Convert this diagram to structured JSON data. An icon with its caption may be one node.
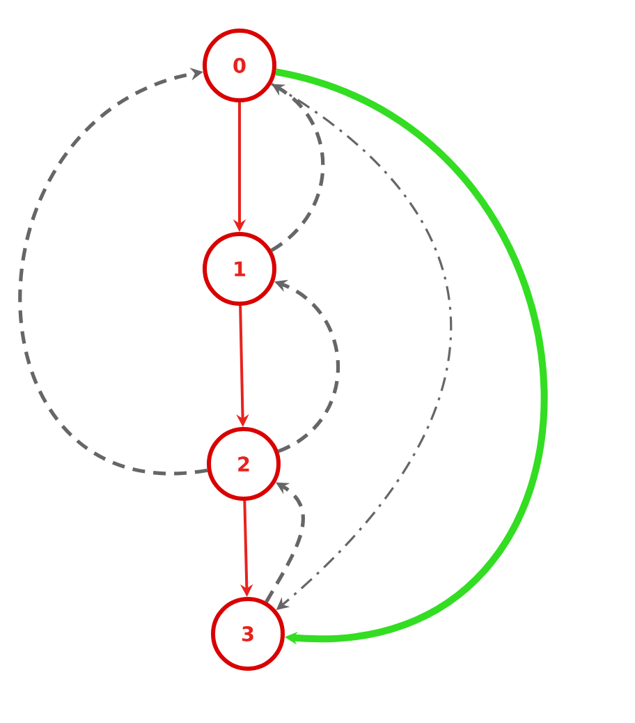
{
  "diagram": {
    "nodes": [
      {
        "text": [
          "0"
        ]
      },
      {
        "text": [
          "1"
        ]
      },
      {
        "text": [
          "2"
        ]
      },
      {
        "text": [
          "3"
        ]
      }
    ],
    "edges": [
      {
        "from": 0,
        "to": 1,
        "arrow": "to",
        "color": "#e8221d"
      },
      {
        "from": 1,
        "to": 2,
        "arrow": "to",
        "color": "#e8221d"
      },
      {
        "from": 2,
        "to": 3,
        "arrow": "to",
        "color": "#e8221d"
      },
      {
        "from": 0,
        "to": 3,
        "arrow": "to",
        "color": "#33dd22",
        "style": "thick"
      },
      {
        "from": 2,
        "to": 0,
        "arrow": "to",
        "style": "dashed"
      },
      {
        "from": 1,
        "to": 0,
        "arrow": "to",
        "style": "dashed"
      },
      {
        "from": 2,
        "to": 1,
        "arrow": "to",
        "style": "dashed"
      },
      {
        "from": 3,
        "to": 2,
        "arrow": "to",
        "style": "dashed"
      },
      {
        "from": 0,
        "to": 3,
        "arrow": "to",
        "style": "dashed"
      }
    ]
  }
}
